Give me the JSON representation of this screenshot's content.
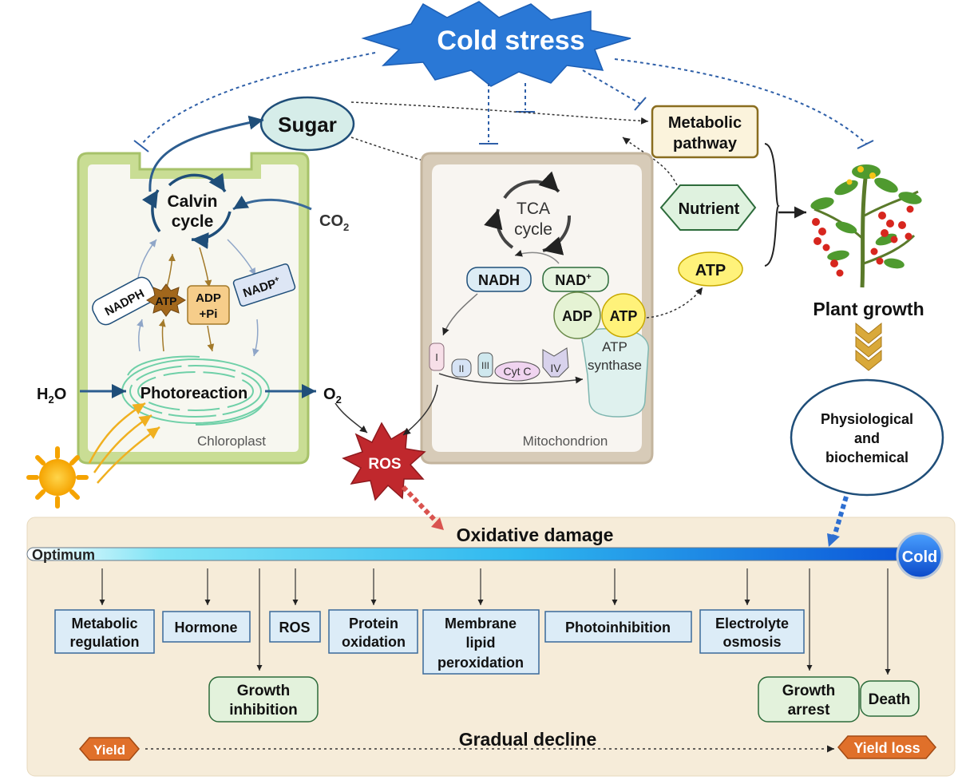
{
  "title": "Cold stress",
  "sugar": "Sugar",
  "metabolic": [
    "Metabolic",
    "pathway"
  ],
  "nutrient": "Nutrient",
  "atp": "ATP",
  "plant_growth": "Plant growth",
  "physio": [
    "Physiological",
    "and",
    "biochemical"
  ],
  "chloroplast": {
    "label": "Chloroplast",
    "calvin": [
      "Calvin",
      "cycle"
    ],
    "co2": "CO",
    "co2_sub": "2",
    "nadph": "NADPH",
    "atp": "ATP",
    "adp": [
      "ADP",
      "+Pi"
    ],
    "nadp": "NADP",
    "nadp_sup": "+",
    "photoreaction": "Photoreaction",
    "h2o": "H",
    "h2o_sub": "2",
    "h2o_o": "O",
    "o2": "O",
    "o2_sub": "2"
  },
  "mito": {
    "label": "Mitochondrion",
    "tca": [
      "TCA",
      "cycle"
    ],
    "nadh": "NADH",
    "nad": "NAD",
    "nad_sup": "+",
    "adp": "ADP",
    "atp": "ATP",
    "synthase": [
      "ATP",
      "synthase"
    ],
    "complexes": [
      "I",
      "II",
      "III",
      "Cyt C",
      "IV"
    ]
  },
  "ros": "ROS",
  "oxidative": "Oxidative damage",
  "gradient": {
    "start": "Optimum",
    "end": "Cold"
  },
  "effects": {
    "metabolic_regulation": [
      "Metabolic",
      "regulation"
    ],
    "hormone": "Hormone",
    "ros": "ROS",
    "protein": [
      "Protein",
      "oxidation"
    ],
    "membrane": [
      "Membrane",
      "lipid",
      "peroxidation"
    ],
    "photoinhibition": "Photoinhibition",
    "electrolyte": [
      "Electrolyte",
      "osmosis"
    ],
    "growth_inhibition": [
      "Growth",
      "inhibition"
    ],
    "growth_arrest": [
      "Growth",
      "arrest"
    ],
    "death": "Death"
  },
  "decline": "Gradual decline",
  "yield": "Yield",
  "yield_loss": "Yield loss",
  "colors": {
    "blue_dark": "#1f4e79",
    "accent_blue": "#2e6fd1",
    "chloroplast_green": "#a9c96a",
    "mito_tan": "#c8bba8",
    "ros_red": "#c0282d",
    "panel_bg": "#f6ecd9"
  }
}
